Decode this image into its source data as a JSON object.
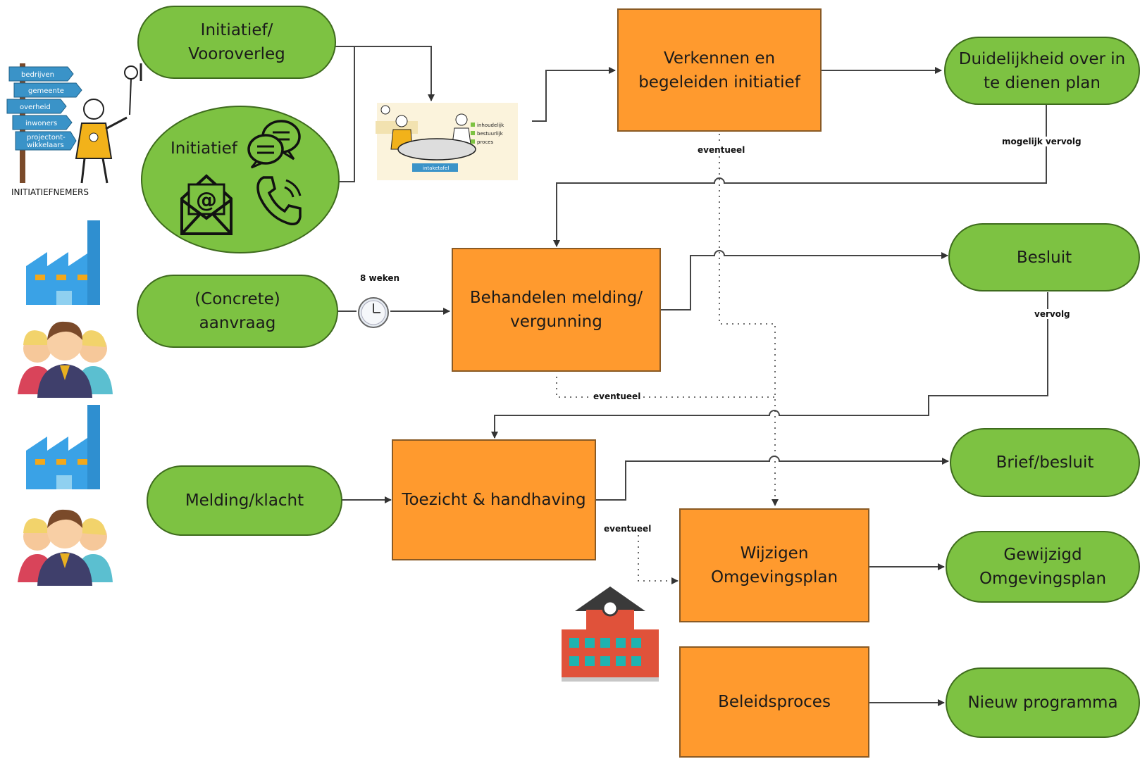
{
  "nodes": {
    "initiatief_vooroverleg": "Initiatief/\nVooroverleg",
    "initiatief": "Initiatief",
    "concrete_aanvraag": "(Concrete)\naanvraag",
    "melding_klacht": "Melding/klacht",
    "verkennen": "Verkennen en\nbegeleiden initiatief",
    "duidelijkheid": "Duidelijkheid over in\nte dienen plan",
    "behandelen": "Behandelen melding/\nvergunning",
    "besluit": "Besluit",
    "toezicht": "Toezicht & handhaving",
    "brief_besluit": "Brief/besluit",
    "wijzigen": "Wijzigen\nOmgevingsplan",
    "gewijzigd": "Gewijzigd\nOmgevingsplan",
    "beleidsproces": "Beleidsproces",
    "nieuw_programma": "Nieuw programma"
  },
  "labels": {
    "eventueel_1": "eventueel",
    "mogelijk_vervolg": "mogelijk vervolg",
    "acht_weken": "8 weken",
    "vervolg": "vervolg",
    "eventueel_2": "eventueel",
    "eventueel_3": "eventueel"
  },
  "signpost": {
    "items": [
      "bedrijven",
      "gemeente",
      "overheid",
      "inwoners",
      "projectont-\nwikkelaars"
    ],
    "caption": "INITIATIEFNEMERS"
  },
  "intake": {
    "table_label": "intaketafel",
    "checklist": [
      "inhoudelijk",
      "bestuurlijk",
      "proces"
    ]
  },
  "colors": {
    "green": "#7dc242",
    "orange": "#ff9a2e",
    "line": "#444444"
  }
}
